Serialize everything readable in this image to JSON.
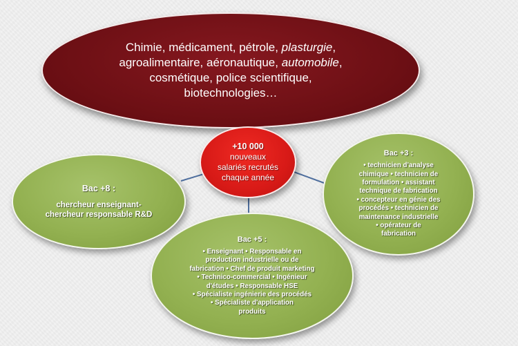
{
  "sectors": {
    "lines": [
      {
        "parts": [
          {
            "t": "Chimie, médicament, pétrole, ",
            "i": false
          },
          {
            "t": "plasturgie",
            "i": true
          },
          {
            "t": ",",
            "i": false
          }
        ]
      },
      {
        "parts": [
          {
            "t": "agroalimentaire, aéronautique, ",
            "i": false
          },
          {
            "t": "automobile",
            "i": true
          },
          {
            "t": ",",
            "i": false
          }
        ]
      },
      {
        "parts": [
          {
            "t": "cosmétique, police scientifique,",
            "i": false
          }
        ]
      },
      {
        "parts": [
          {
            "t": "biotechnologies…",
            "i": false
          }
        ]
      }
    ]
  },
  "center": {
    "number": "+10 000",
    "lines": [
      "nouveaux",
      "salariés recrutés",
      "chaque année"
    ]
  },
  "bac8": {
    "heading": "Bac +8 :",
    "lines": [
      "chercheur enseignant-",
      "chercheur responsable R&D"
    ]
  },
  "bac3": {
    "heading": "Bac +3 :",
    "lines": [
      "• technicien d'analyse",
      "chimique • technicien de",
      "formulation • assistant",
      "technique de fabrication",
      "• concepteur en génie des",
      "procédés • technicien de",
      "maintenance  industrielle",
      "• opérateur de",
      "fabrication"
    ]
  },
  "bac5": {
    "heading": "Bac +5 :",
    "lines": [
      "• Enseignant • Responsable en",
      "production industrielle  ou  de",
      "fabrication  • Chef de produit marketing",
      "• Technico-commercial  • Ingénieur",
      "d'études  • Responsable HSE",
      "• Spécialiste ingénierie des procédés",
      "• Spécialiste d'application",
      "produits"
    ]
  },
  "colors": {
    "sectors": "#6c0f14",
    "center": "#d81a17",
    "levels": "#93b151",
    "connector": "#4f6f9e"
  }
}
